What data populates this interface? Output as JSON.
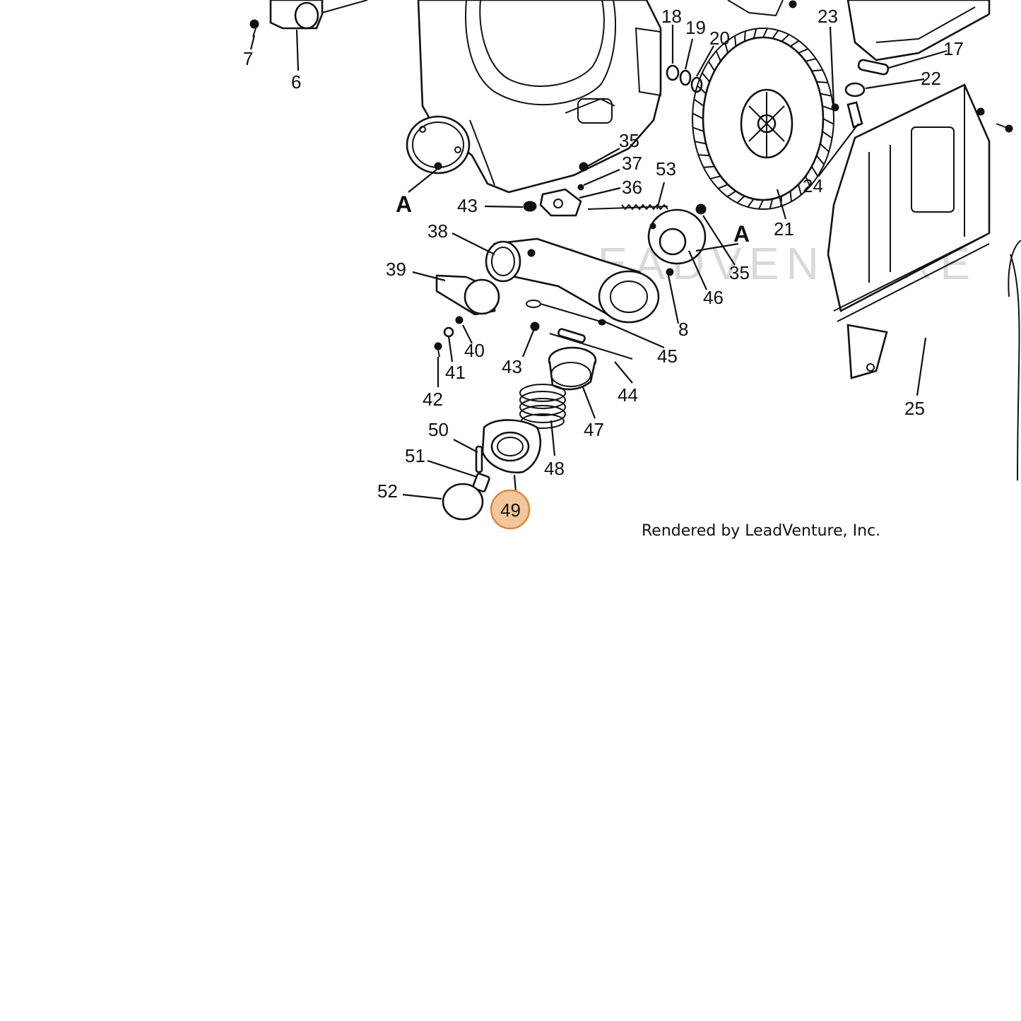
{
  "diagram": {
    "labels": [
      "6",
      "7",
      "8",
      "17",
      "18",
      "19",
      "20",
      "21",
      "22",
      "23",
      "24",
      "25",
      "35",
      "35",
      "36",
      "37",
      "38",
      "39",
      "40",
      "41",
      "42",
      "43",
      "43",
      "44",
      "45",
      "46",
      "47",
      "48",
      "50",
      "51",
      "52",
      "53",
      "A",
      "A"
    ],
    "highlighted_label": "49",
    "highlight_color": "#f2c59a",
    "highlight_border": "#d9893d",
    "watermark_text": "LEADVENTURE",
    "credit": "Rendered by LeadVenture, Inc."
  }
}
